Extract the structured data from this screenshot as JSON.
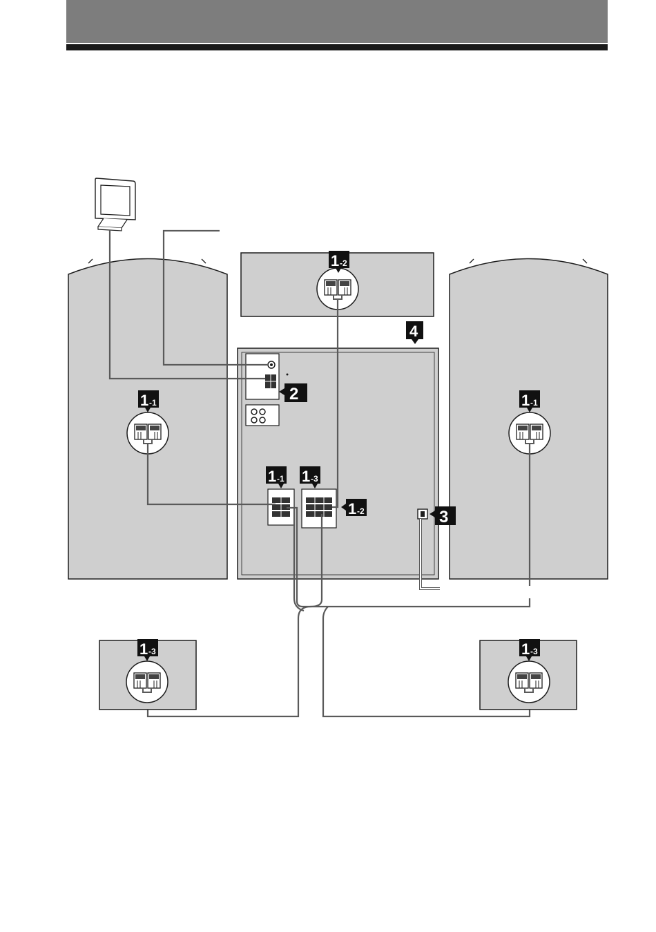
{
  "colors": {
    "panel": "#cfcfcf",
    "outline": "#1e1e1e",
    "cable": "#5a5a5a",
    "badge": "#111111",
    "header": "#7d7d7d"
  },
  "callouts": {
    "front_left_speaker": {
      "num": "1",
      "sub": "-1"
    },
    "center_speaker": {
      "num": "1",
      "sub": "-2"
    },
    "front_right_speaker": {
      "num": "1",
      "sub": "-1"
    },
    "main_unit_front": {
      "num": "1",
      "sub": "-1"
    },
    "main_unit_surround": {
      "num": "1",
      "sub": "-3"
    },
    "main_unit_center": {
      "num": "1",
      "sub": "-2"
    },
    "antenna_step": {
      "num": "2"
    },
    "power_step": {
      "num": "3"
    },
    "unit_step": {
      "num": "4"
    },
    "surround_left_speaker": {
      "num": "1",
      "sub": "-3"
    },
    "surround_right_speaker": {
      "num": "1",
      "sub": "-3"
    }
  }
}
